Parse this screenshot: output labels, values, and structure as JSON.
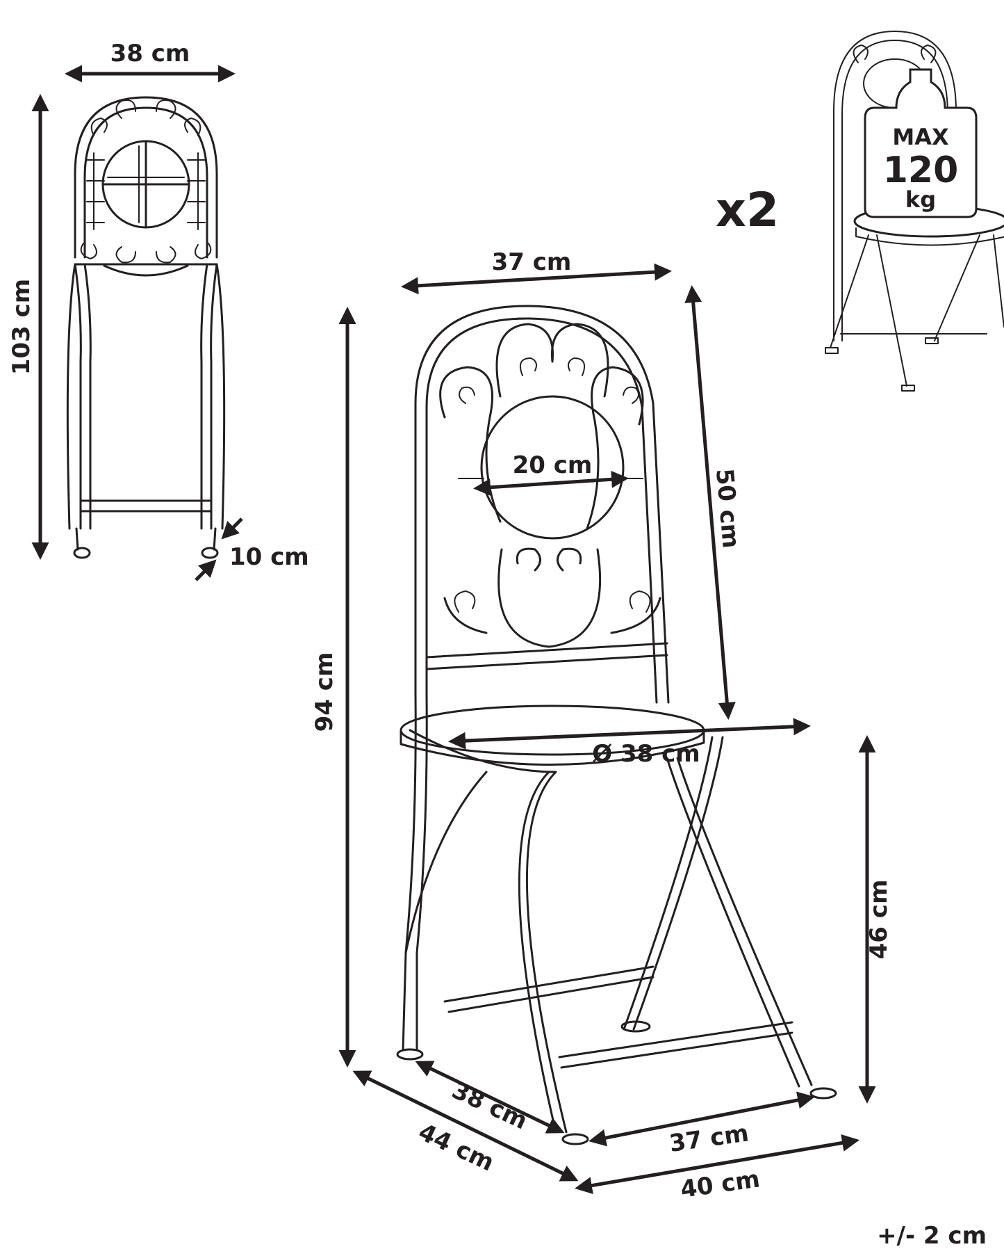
{
  "folded_view": {
    "width_label": "38 cm",
    "height_label": "103 cm",
    "depth_label": "10 cm"
  },
  "main_view": {
    "back_width_label": "37 cm",
    "total_height_label": "94 cm",
    "back_height_label": "50 cm",
    "medallion_label": "20 cm",
    "seat_diameter_label": "Ø 38 cm",
    "seat_height_label": "46 cm",
    "base_depth_inner_label": "38 cm",
    "base_depth_outer_label": "44 cm",
    "base_width_inner_label": "37 cm",
    "base_width_outer_label": "40 cm"
  },
  "quantity_label": "x2",
  "load_badge": {
    "line1": "MAX",
    "line2": "120",
    "line3": "kg"
  },
  "tolerance_label": "+/- 2 cm",
  "colors": {
    "ink": "#231f20",
    "background": "#ffffff"
  }
}
